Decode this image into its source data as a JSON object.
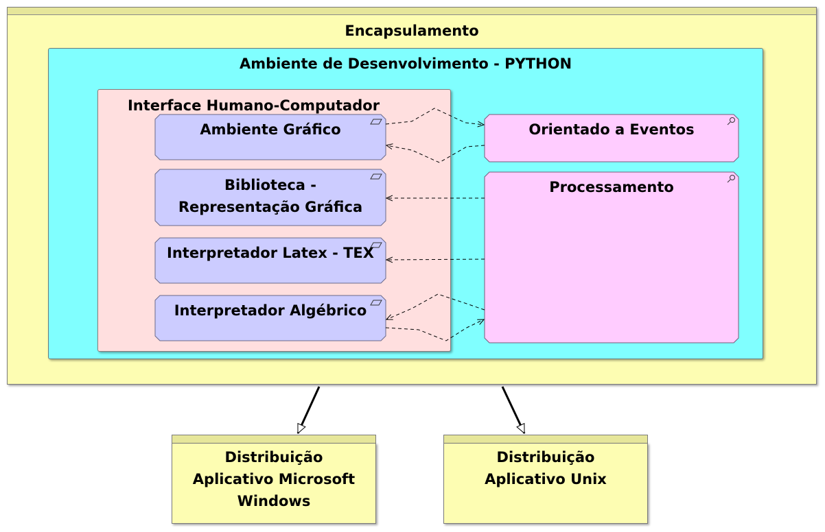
{
  "diagram": {
    "encapsulamento": "Encapsulamento",
    "ambiente": "Ambiente de Desenvolvimento - PYTHON",
    "ihc": "Interface Humano-Computador",
    "components": {
      "ambiente_grafico": "Ambiente Gráfico",
      "biblioteca": "Biblioteca -\nRepresentação  Gráfica",
      "latex": "Interpretador Latex - TEX",
      "algebrico": "Interpretador Algébrico",
      "eventos": "Orientado a Eventos",
      "processamento": "Processamento"
    },
    "distributions": {
      "windows": "Distribuição\nAplicativo Microsoft\nWindows",
      "unix": "Distribuição\nAplicativo Unix"
    }
  },
  "colors": {
    "encapsulamento_fill": "#fdfdb2",
    "ambiente_fill": "#80ffff",
    "ihc_fill": "#ffdfdf",
    "component_fill": "#ccccff",
    "process_fill": "#ffccff"
  }
}
